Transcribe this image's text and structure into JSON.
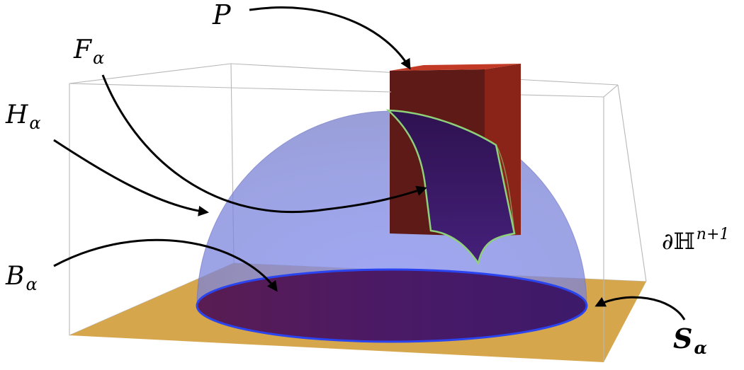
{
  "labels": {
    "P": "P",
    "F": "F",
    "F_sub": "α",
    "H": "H",
    "H_sub": "α",
    "B": "B",
    "B_sub": "α",
    "S": "S",
    "S_sub": "α",
    "boundary": "∂ℍ",
    "boundary_sup": "n+1"
  },
  "colors": {
    "plane": "#d6a64c",
    "hemisphere": "#7e86e0",
    "disk": "#4a1a5e",
    "disk_outline": "#2a44f0",
    "prism_front": "#5e1a16",
    "prism_side": "#8a2418",
    "prism_top": "#c23a26",
    "patch": "#3a1560",
    "patch_outline": "#8fd07a",
    "box": "#b8b8b8",
    "arrow": "#000000"
  }
}
